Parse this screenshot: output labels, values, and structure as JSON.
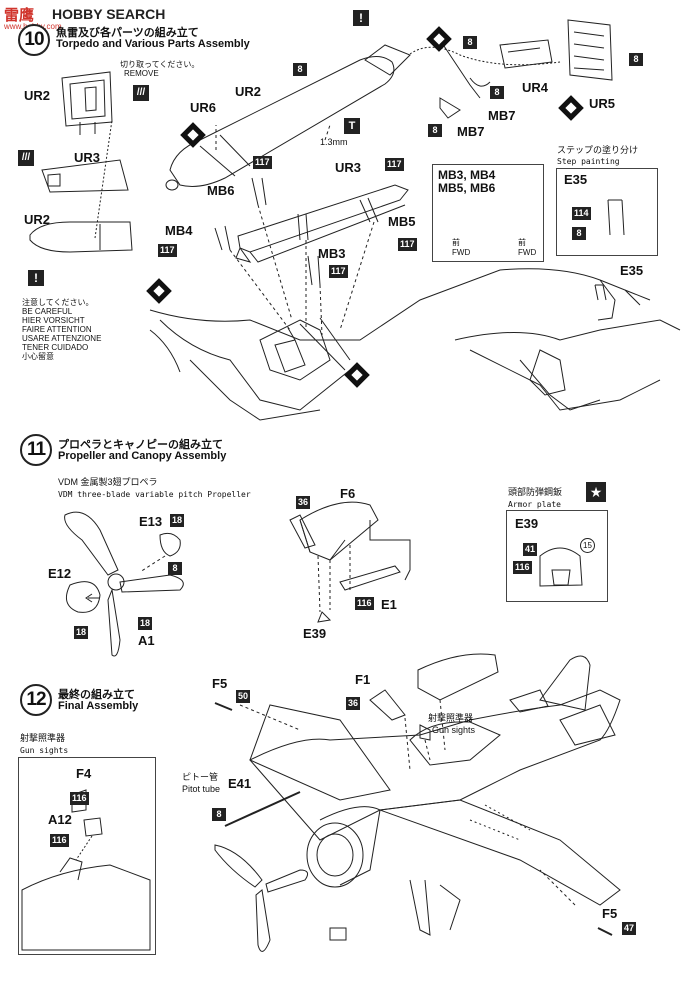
{
  "watermark": {
    "logo_text": "雷鹰",
    "site": "www.hobby.com"
  },
  "header": {
    "brand": "HOBBY SEARCH"
  },
  "step10": {
    "number": "10",
    "title_jp": "魚雷及び各パーツの組み立て",
    "title_en": "Torpedo and Various Parts Assembly",
    "cut_note_jp": "切り取ってください。",
    "cut_note_en": "REMOVE",
    "dim_note": "1.3mm",
    "parts": {
      "ur2": "UR2",
      "ur3": "UR3",
      "ur4": "UR4",
      "ur5": "UR5",
      "ur6": "UR6",
      "mb3": "MB3",
      "mb4": "MB4",
      "mb5": "MB5",
      "mb6": "MB6",
      "mb7": "MB7",
      "e35": "E35"
    },
    "caution": {
      "jp": "注意してください。",
      "lines": [
        "BE CAREFUL",
        "HIER VORSICHT",
        "FAIRE ATTENTION",
        "USARE ATTENZIONE",
        "TENER CUIDADO"
      ],
      "cn": "小心留意"
    },
    "mb_box": {
      "line1": "MB3, MB4",
      "line2": "MB5, MB6",
      "fwd_jp": "前",
      "fwd_en": "FWD"
    },
    "step_box": {
      "title_jp": "ステップの塗り分け",
      "title_en": "Step painting",
      "part": "E35"
    }
  },
  "step11": {
    "number": "11",
    "title_jp": "プロペラとキャノピーの組み立て",
    "title_en": "Propeller and Canopy Assembly",
    "prop_jp": "VDM 金属製3翅プロペラ",
    "prop_en": "VDM three-blade variable pitch Propeller",
    "parts": {
      "e13": "E13",
      "e12": "E12",
      "a1": "A1",
      "f6": "F6",
      "e1": "E1",
      "e39": "E39"
    },
    "armor_box": {
      "title_jp": "頭部防弾鋼鈑",
      "title_en": "Armor plate",
      "part": "E39"
    }
  },
  "step12": {
    "number": "12",
    "title_jp": "最終の組み立て",
    "title_en": "Final Assembly",
    "gun_jp": "射撃照準器",
    "gun_en": "Gun sights",
    "pitot_jp": "ピトー管",
    "pitot_en": "Pitot tube",
    "parts": {
      "f4": "F4",
      "a12": "A12",
      "f5": "F5",
      "f1": "F1",
      "e41": "E41",
      "f5b": "F5"
    }
  },
  "colors": {
    "c8": "8",
    "c117": "117",
    "c114": "114",
    "c116": "116",
    "c36": "36",
    "c18": "18",
    "c41": "41",
    "c15": "15",
    "c50": "50",
    "c47": "47"
  }
}
